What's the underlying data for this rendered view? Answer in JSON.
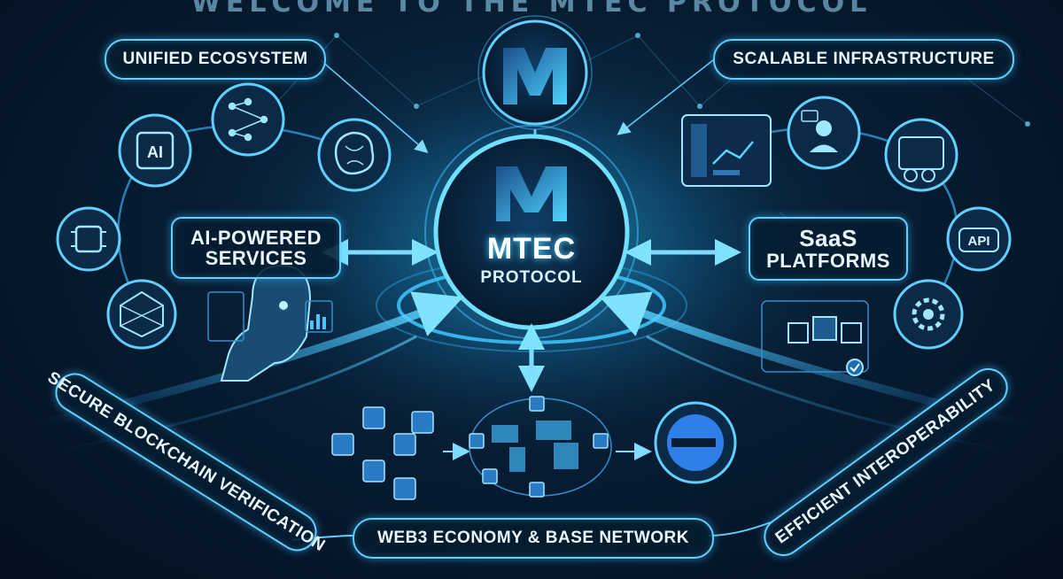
{
  "title_top": "WELCOME TO THE MTEC PROTOCOL",
  "center": {
    "line1": "MTEC",
    "line2": "PROTOCOL"
  },
  "labels": {
    "unified": "UNIFIED ECOSYSTEM",
    "scalable": "SCALABLE INFRASTRUCTURE",
    "ai_line1": "AI-POWERED",
    "ai_line2": "SERVICES",
    "saas_line1": "SaaS",
    "saas_line2": "PLATFORMS",
    "secure": "SECURE BLOCKCHAIN VERIFICATION",
    "efficient": "EFFICIENT INTEROPERABILITY",
    "web3": "WEB3 ECONOMY & BASE NETWORK"
  },
  "icons": {
    "ai": "AI",
    "api": "API"
  },
  "colors": {
    "accent": "#5fd0ff",
    "glow": "#2fc3ff",
    "background": "#071d33",
    "logo_dark": "#1e5f9e",
    "logo_light": "#56d6ff"
  }
}
